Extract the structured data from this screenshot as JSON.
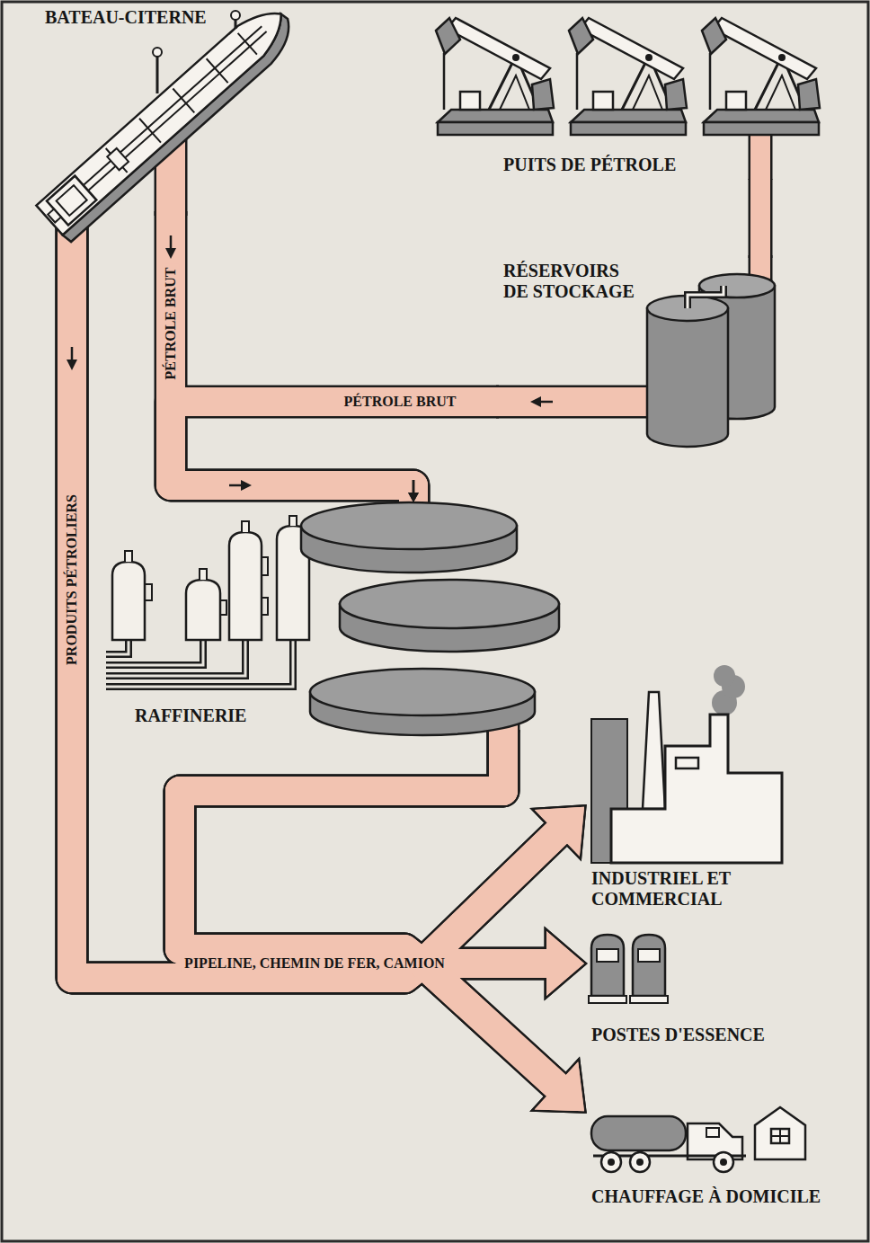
{
  "diagram": {
    "nodes": [
      {
        "text": [
          "BATEAU-CITERNE"
        ]
      },
      {
        "text": [
          "PUITS DE PÉTROLE"
        ]
      },
      {
        "text": [
          "RÉSERVOIRS DE STOCKAGE"
        ]
      },
      {
        "text": [
          "RAFFINERIE"
        ]
      },
      {
        "text": [
          "INDUSTRIEL ET COMMERCIAL"
        ]
      },
      {
        "text": [
          "POSTES D'ESSENCE"
        ]
      },
      {
        "text": [
          "CHAUFFAGE À DOMICILE"
        ]
      }
    ],
    "edges": [
      {
        "from": 1,
        "to": 2,
        "arrow": "none"
      },
      {
        "from": 2,
        "to": 3,
        "label": "PÉTROLE BRUT",
        "arrow": "to"
      },
      {
        "from": 0,
        "to": 3,
        "label": "PÉTROLE BRUT",
        "arrow": "to"
      },
      {
        "from": 0,
        "to": 4,
        "arrow": "to"
      },
      {
        "from": 0,
        "to": 5,
        "label": "PRODUITS PÉTROLIERS",
        "arrow": "to"
      },
      {
        "from": 0,
        "to": 6,
        "arrow": "to"
      },
      {
        "from": 3,
        "to": 4,
        "arrow": "to"
      },
      {
        "from": 3,
        "to": 5,
        "label": "PIPELINE, CHEMIN DE FER, CAMION",
        "arrow": "to"
      },
      {
        "from": 3,
        "to": 6,
        "arrow": "to"
      }
    ]
  }
}
